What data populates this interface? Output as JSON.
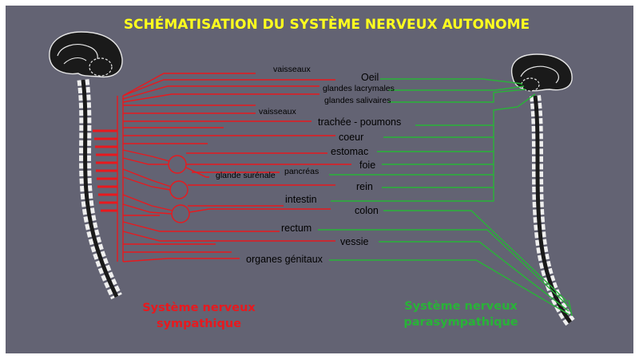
{
  "title": "SCHÉMATISATION DU SYSTÈME NERVEUX AUTONOME",
  "organs": {
    "oeil": "Oeil",
    "glandes_lacrymales": "glandes lacrymales",
    "glandes_salivaires": "glandes salivaires",
    "trachee": "trachée - poumons",
    "coeur": "coeur",
    "estomac": "estomac",
    "foie": "foie",
    "rein": "rein",
    "colon": "colon",
    "vessie": "vessie"
  },
  "sympathetic_targets": {
    "vaisseaux_1": "vaisseaux",
    "vaisseaux_2": "vaisseaux",
    "glande_surrenale": "glande surénale",
    "pancreas": "pancréas",
    "intestin": "intestin",
    "rectum": "rectum",
    "organes_genitaux": "organes génitaux"
  },
  "systems": {
    "sympathique_line1": "Système nerveux",
    "sympathique_line2": "sympathique",
    "parasympathique_line1": "Système nerveux",
    "parasympathique_line2": "parasympathique"
  },
  "colors": {
    "background": "#636373",
    "title": "#ffff1e",
    "sympathetic": "#e8191e",
    "parasympathetic": "#28b437",
    "anatomy": "#111111"
  }
}
